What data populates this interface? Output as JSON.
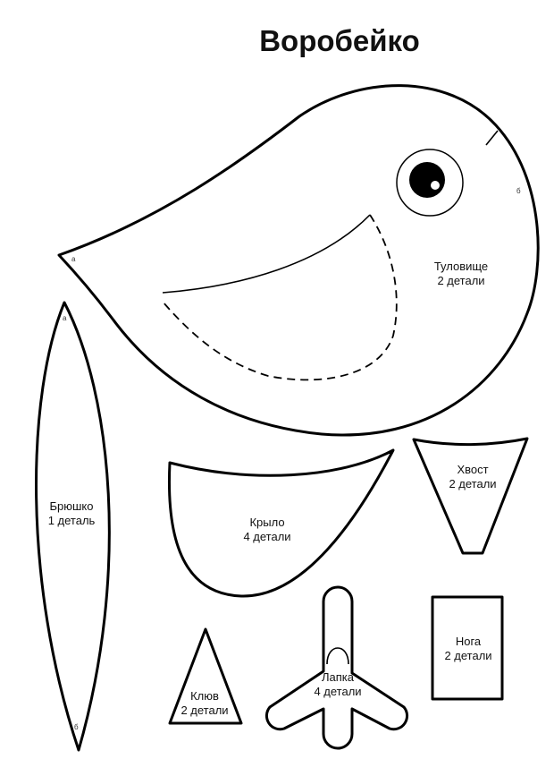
{
  "title": "Воробейко",
  "colors": {
    "line": "#000000",
    "paper": "#ffffff"
  },
  "pieces": {
    "body": {
      "name": "Туловище",
      "count": "2 детали",
      "mark_a": "а",
      "mark_b": "б"
    },
    "belly": {
      "name": "Брюшко",
      "count": "1 деталь",
      "mark_a": "а",
      "mark_b": "б"
    },
    "wing": {
      "name": "Крыло",
      "count": "4 детали"
    },
    "tail": {
      "name": "Хвост",
      "count": "2 детали"
    },
    "beak": {
      "name": "Клюв",
      "count": "2 детали"
    },
    "paw": {
      "name": "Лапка",
      "count": "4 детали"
    },
    "leg": {
      "name": "Нога",
      "count": "2 детали"
    }
  }
}
